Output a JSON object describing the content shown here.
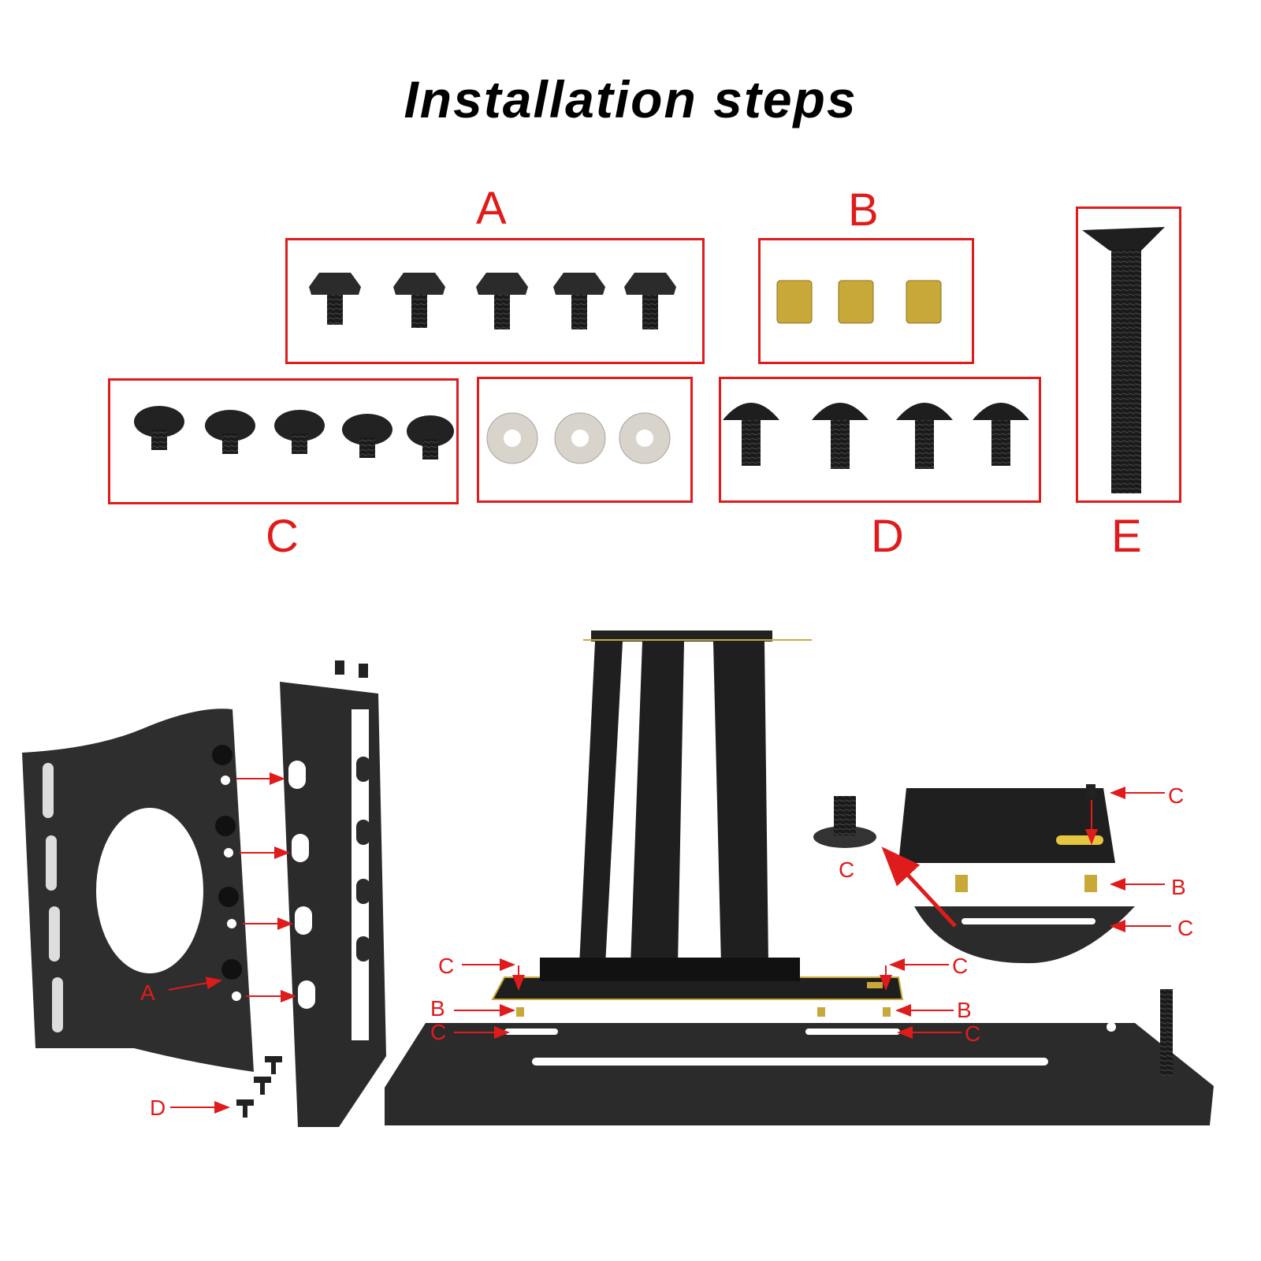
{
  "title": "Installation steps",
  "parts": {
    "A": {
      "label": "A",
      "count": 5
    },
    "B": {
      "label": "B",
      "count": 3
    },
    "C": {
      "label": "C",
      "count": 5
    },
    "washers": {
      "count": 3
    },
    "D": {
      "label": "D",
      "count": 4
    },
    "E": {
      "label": "E",
      "count": 1
    }
  },
  "callouts": {
    "left_A": "A",
    "left_D": "D",
    "mid_C_left_top": "C",
    "mid_C_right_top": "C",
    "mid_B_left": "B",
    "mid_B_right": "B",
    "mid_C_left_bottom": "C",
    "mid_C_right_bottom": "C",
    "inset_C_top": "C",
    "inset_C_screw": "C",
    "inset_B": "B",
    "inset_C_bottom": "C"
  },
  "colors": {
    "accent": "#e01b1b",
    "metal": "#2b2b2b",
    "brass": "#c9a83a",
    "washer": "#d8d4cc"
  }
}
